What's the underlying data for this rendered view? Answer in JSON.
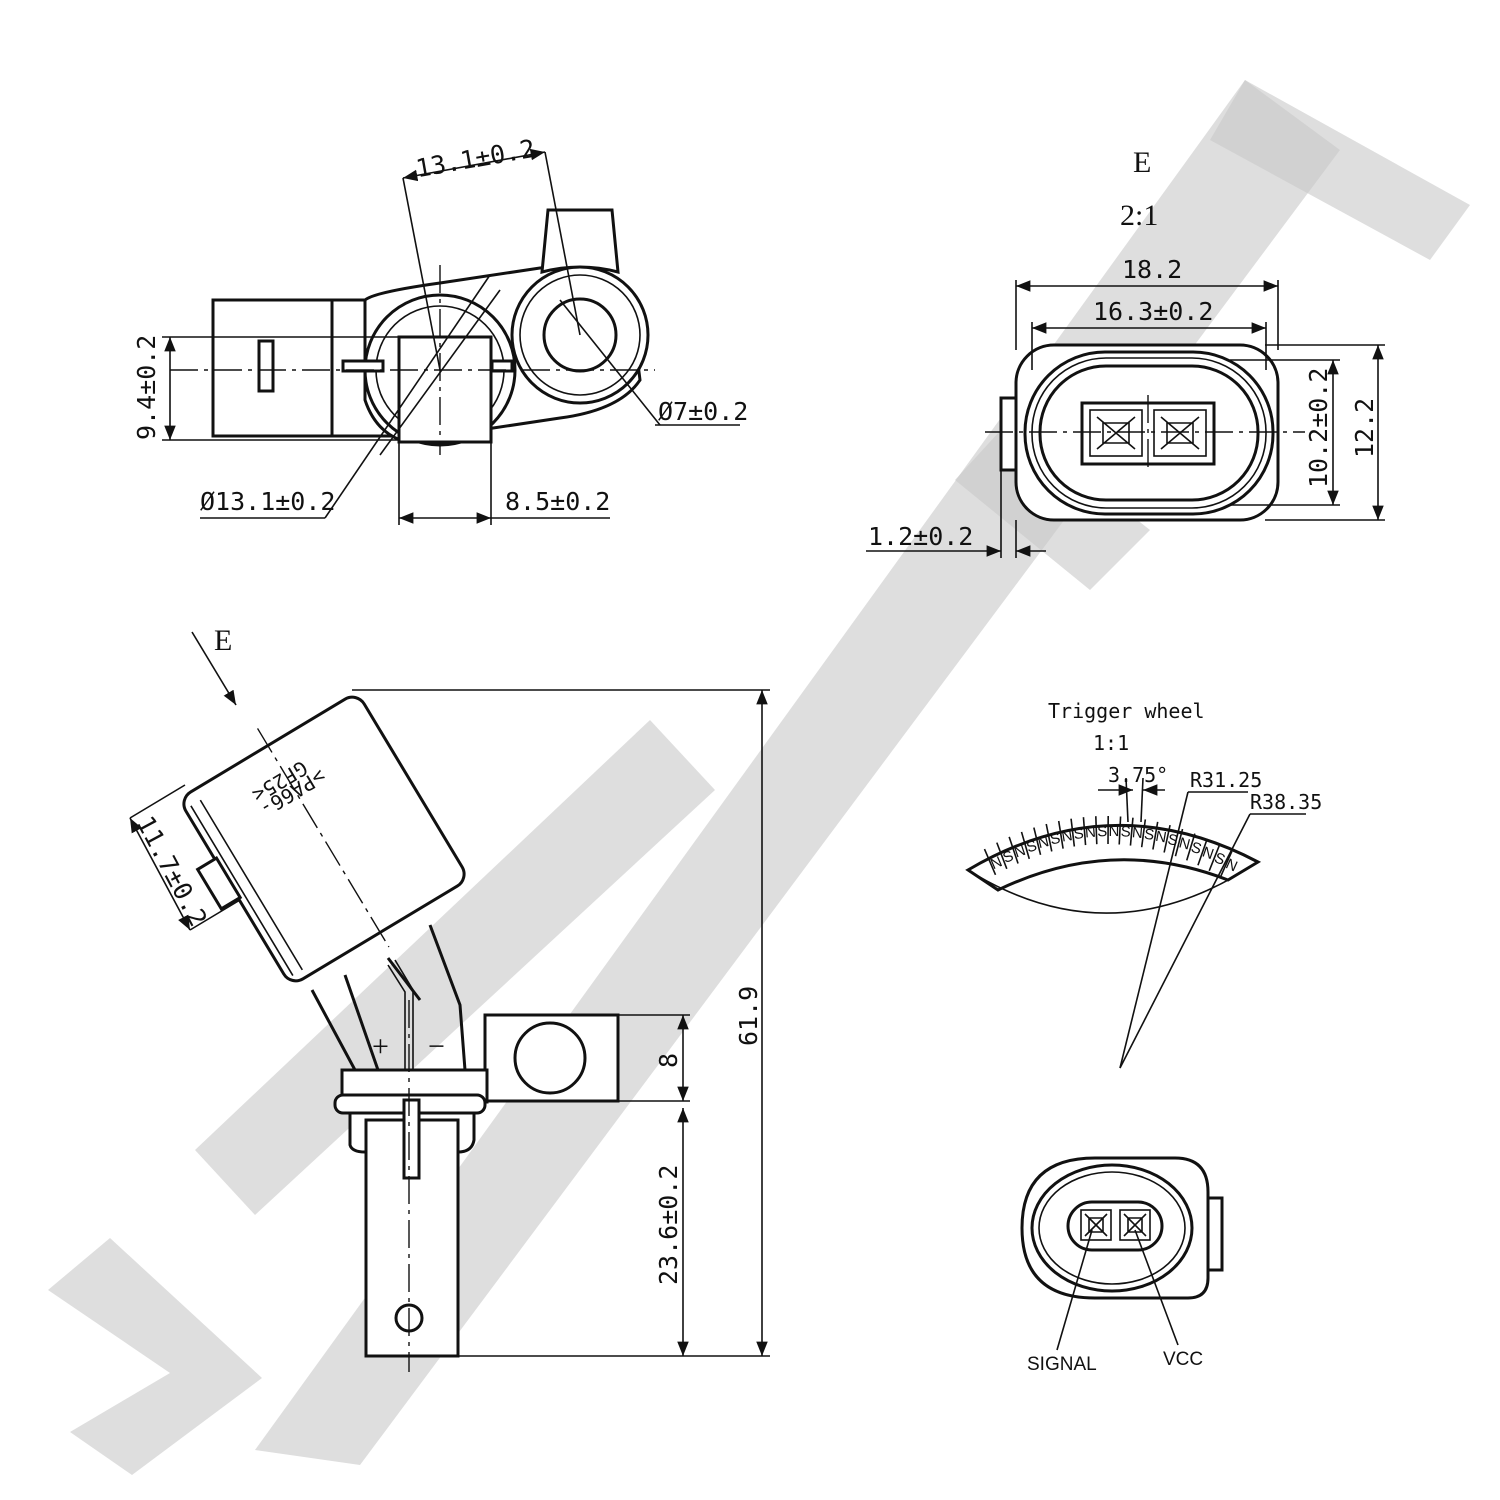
{
  "watermark": {
    "color": "#c9c9c9"
  },
  "top_view": {
    "dim_width": "13.1±0.2",
    "dim_height": "9.4±0.2",
    "dim_hole": "Ø7±0.2",
    "dim_diameter": "Ø13.1±0.2",
    "dim_offset": "8.5±0.2"
  },
  "detail_e": {
    "label": "E",
    "scale": "2:1",
    "dim_outer_width": "18.2",
    "dim_inner_width": "16.3±0.2",
    "dim_inner_height": "10.2±0.2",
    "dim_outer_height": "12.2",
    "dim_tab": "1.2±0.2"
  },
  "side_view": {
    "view_label": "E",
    "material_line1": ">PA66-",
    "material_line2": "GF25<",
    "dim_housing": "11.7±0.2",
    "dim_length": "61.9",
    "dim_bracket": "8",
    "dim_stem": "23.6±0.2",
    "plus_sign": "+",
    "minus_sign": "−"
  },
  "trigger_wheel": {
    "title": "Trigger wheel",
    "scale": "1:1",
    "angle": "3.75°",
    "inner_radius": "R31.25",
    "outer_radius": "R38.35",
    "poles": [
      "N",
      "S",
      "N",
      "S",
      "N",
      "S",
      "N",
      "S",
      "N",
      "S",
      "N",
      "S",
      "N",
      "S",
      "N",
      "S",
      "N",
      "S",
      "N",
      "S",
      "N"
    ]
  },
  "connector_pins": {
    "pin1": "SIGNAL",
    "pin2": "VCC"
  }
}
